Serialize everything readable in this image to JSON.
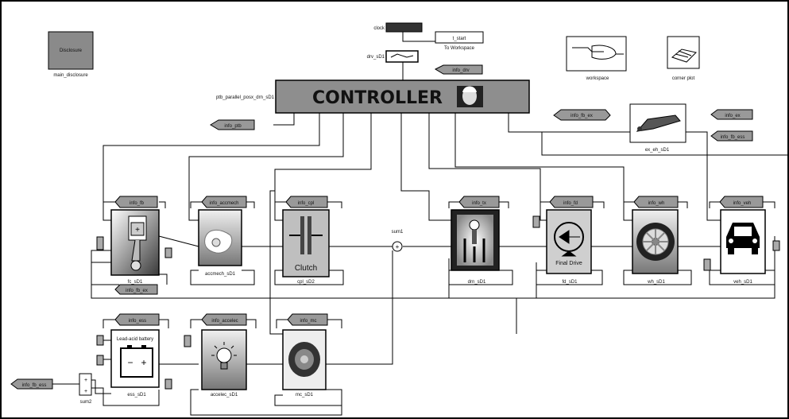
{
  "blocks": {
    "discl_box": "Disclosure",
    "discl_label": "main_disclosure",
    "clock": "clock",
    "tstart": "t_start",
    "toworkspace": "To Workspace",
    "drv": "drv_sD1",
    "info_drv": "info_drv",
    "workspace": "workspace",
    "cornerplot": "corner plot",
    "ptb_parallel": "ptb_parallel_posx_drn_sD1",
    "controller": "CONTROLLER",
    "info_ptb": "info_ptb",
    "info_fb_ex_left": "info_fb_ex",
    "info_ex": "info_ex",
    "info_fb_ess_right": "info_fb_ess",
    "ex_label": "ex_eh_sD1",
    "info_fb": "info_fb",
    "info_accmech": "info_accmech",
    "info_cpl": "info_cpl",
    "info_tx": "info_tx",
    "info_fd": "info_fd",
    "info_wh": "info_wh",
    "info_veh": "info_veh",
    "fc_label": "fc_sD1",
    "accmech_label": "accmech_sD1",
    "cpl_label": "cpl_sD2",
    "clutch": "Clutch",
    "sum1": "sum1",
    "drn_label": "drn_sD1",
    "fd_label": "fd_sD1",
    "final_drive": "Final Drive",
    "wh_label": "wh_sD1",
    "veh_label": "veh_sD1",
    "info_fb_ex": "info_fb_ex",
    "info_ess": "info_ess",
    "info_accelec": "info_accelec",
    "info_mc": "info_mc",
    "battery_text": "Lead-acid battery",
    "ess_label": "ess_sD1",
    "accelec_label": "accelec_sD1",
    "mc_label": "mc_sD1",
    "info_fb_ess_left": "info_fb_ess",
    "sum2": "sum2"
  }
}
